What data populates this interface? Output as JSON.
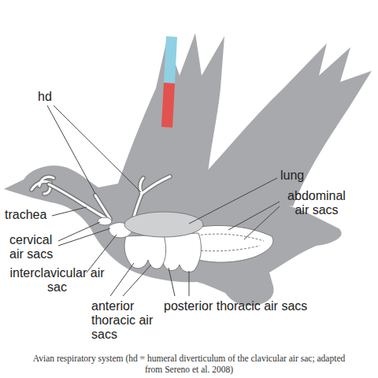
{
  "diagram": {
    "caption": "Avian respiratory system (hd = humeral diverticulum of the clavicular air sac; adapted from Sereno et al. 2008)",
    "labels": [
      "hd",
      "lung",
      "abdominal air sacs",
      "trachea",
      "cervical air sacs",
      "interclavicular air sac",
      "anterior thoracic air sacs",
      "posterior thoracic air sacs"
    ]
  }
}
